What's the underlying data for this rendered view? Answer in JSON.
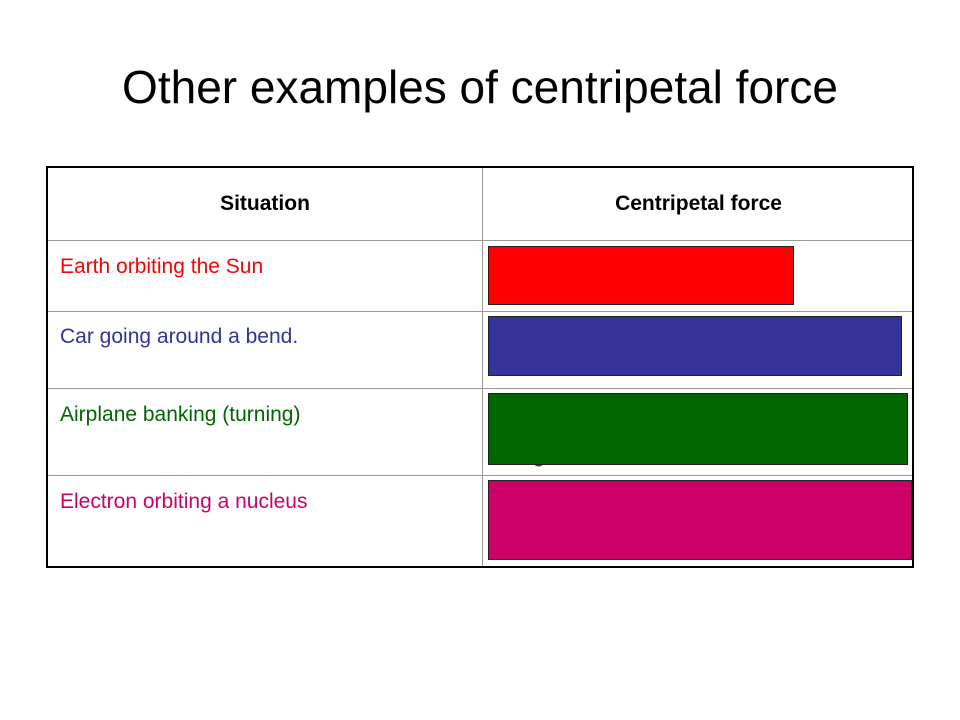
{
  "title": "Other examples of centripetal force",
  "table": {
    "headers": [
      "Situation",
      "Centripetal force"
    ],
    "rows": [
      {
        "situation": "Earth orbiting the Sun",
        "color": "#ff0000",
        "cover_color": "#ff0000"
      },
      {
        "situation": "Car going around a bend.",
        "color": "#333399",
        "cover_color": "#333399"
      },
      {
        "situation": "Airplane banking (turning)",
        "color": "#006600",
        "cover_color": "#006600",
        "partial_hidden": "g"
      },
      {
        "situation": "Electron orbiting a nucleus",
        "color": "#cc0066",
        "cover_color": "#cc0066"
      }
    ]
  }
}
